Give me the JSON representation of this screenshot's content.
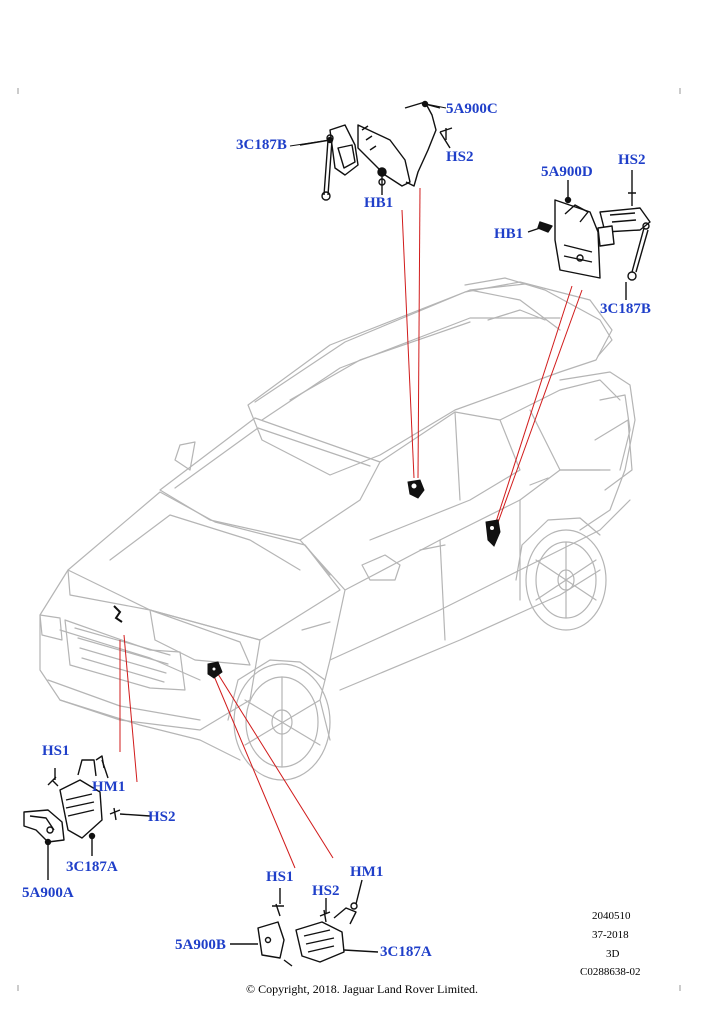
{
  "labels": {
    "rear_upper_bracket": "5A900C",
    "rear_upper_screw": "HS2",
    "rear_upper_sensor": "3C187B",
    "rear_upper_bolt": "HB1",
    "rear_right_bracket": "5A900D",
    "rear_right_screw": "HS2",
    "rear_right_bolt": "HB1",
    "rear_right_sensor": "3C187B",
    "front_left_screw1": "HS1",
    "front_left_nut": "HM1",
    "front_left_screw2": "HS2",
    "front_left_sensor": "3C187A",
    "front_left_bracket": "5A900A",
    "front_right_screw1": "HS1",
    "front_right_screw2": "HS2",
    "front_right_nut": "HM1",
    "front_right_bracket": "5A900B",
    "front_right_sensor": "3C187A"
  },
  "meta": {
    "line1": "2040510",
    "line2": "37-2018",
    "line3": "3D",
    "line4": "C0288638-02"
  },
  "copyright": "© Copyright, 2018. Jaguar Land Rover Limited.",
  "colors": {
    "label": "#1f3fc9",
    "leader": "#d11b1b",
    "outline": "#b5b5b5",
    "part": "#000000"
  }
}
